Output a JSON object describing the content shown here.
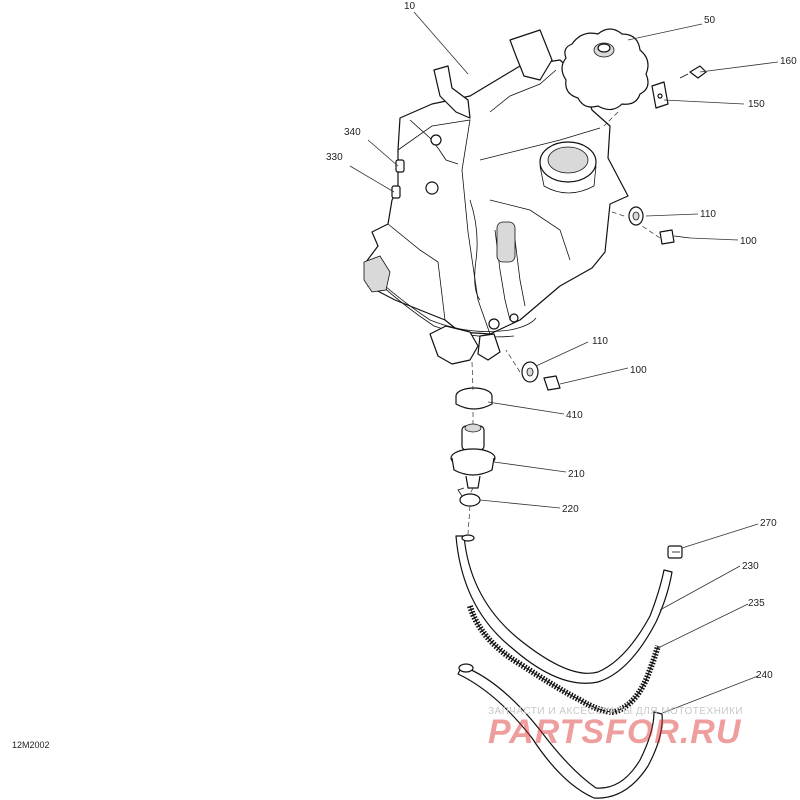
{
  "diagram": {
    "drawing_code": "12M2002",
    "callouts": {
      "c10": "10",
      "c50": "50",
      "c160": "160",
      "c150": "150",
      "c340": "340",
      "c330": "330",
      "c110a": "110",
      "c100a": "100",
      "c110b": "110",
      "c100b": "100",
      "c410": "410",
      "c210": "210",
      "c220": "220",
      "c270": "270",
      "c230": "230",
      "c235": "235",
      "c240": "240"
    }
  },
  "watermark": {
    "tagline": "ЗАПЧАСТИ И АКСЕССУАРЫ ДЛЯ МОТОТЕХНИКИ",
    "brand": "PARTSFOR.RU",
    "color": "#dc2828"
  }
}
